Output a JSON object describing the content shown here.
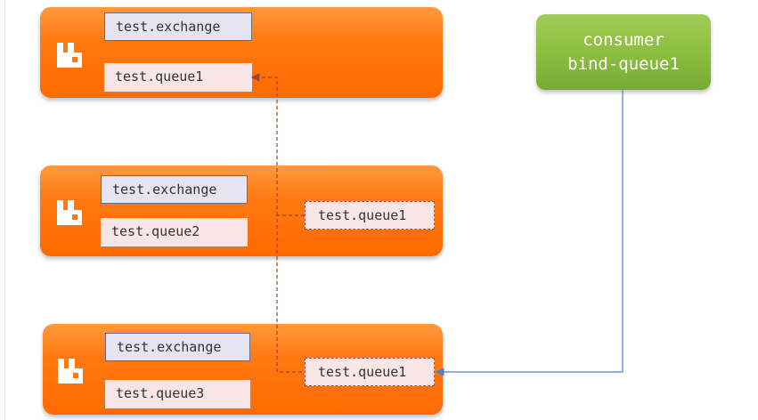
{
  "nodes": [
    {
      "exchange": "test.exchange",
      "queue": "test.queue1"
    },
    {
      "exchange": "test.exchange",
      "queue": "test.queue2",
      "mirror": "test.queue1"
    },
    {
      "exchange": "test.exchange",
      "queue": "test.queue3",
      "mirror": "test.queue1"
    }
  ],
  "consumer": {
    "line1": "consumer",
    "line2": "bind-queue1"
  },
  "colors": {
    "node_orange": "#ff6a00",
    "consumer_green": "#8cbf3f",
    "mirror_link": "#a0403a",
    "consumer_link": "#4a7fd4"
  },
  "icons": {
    "node_logo": "rabbitmq-icon"
  }
}
